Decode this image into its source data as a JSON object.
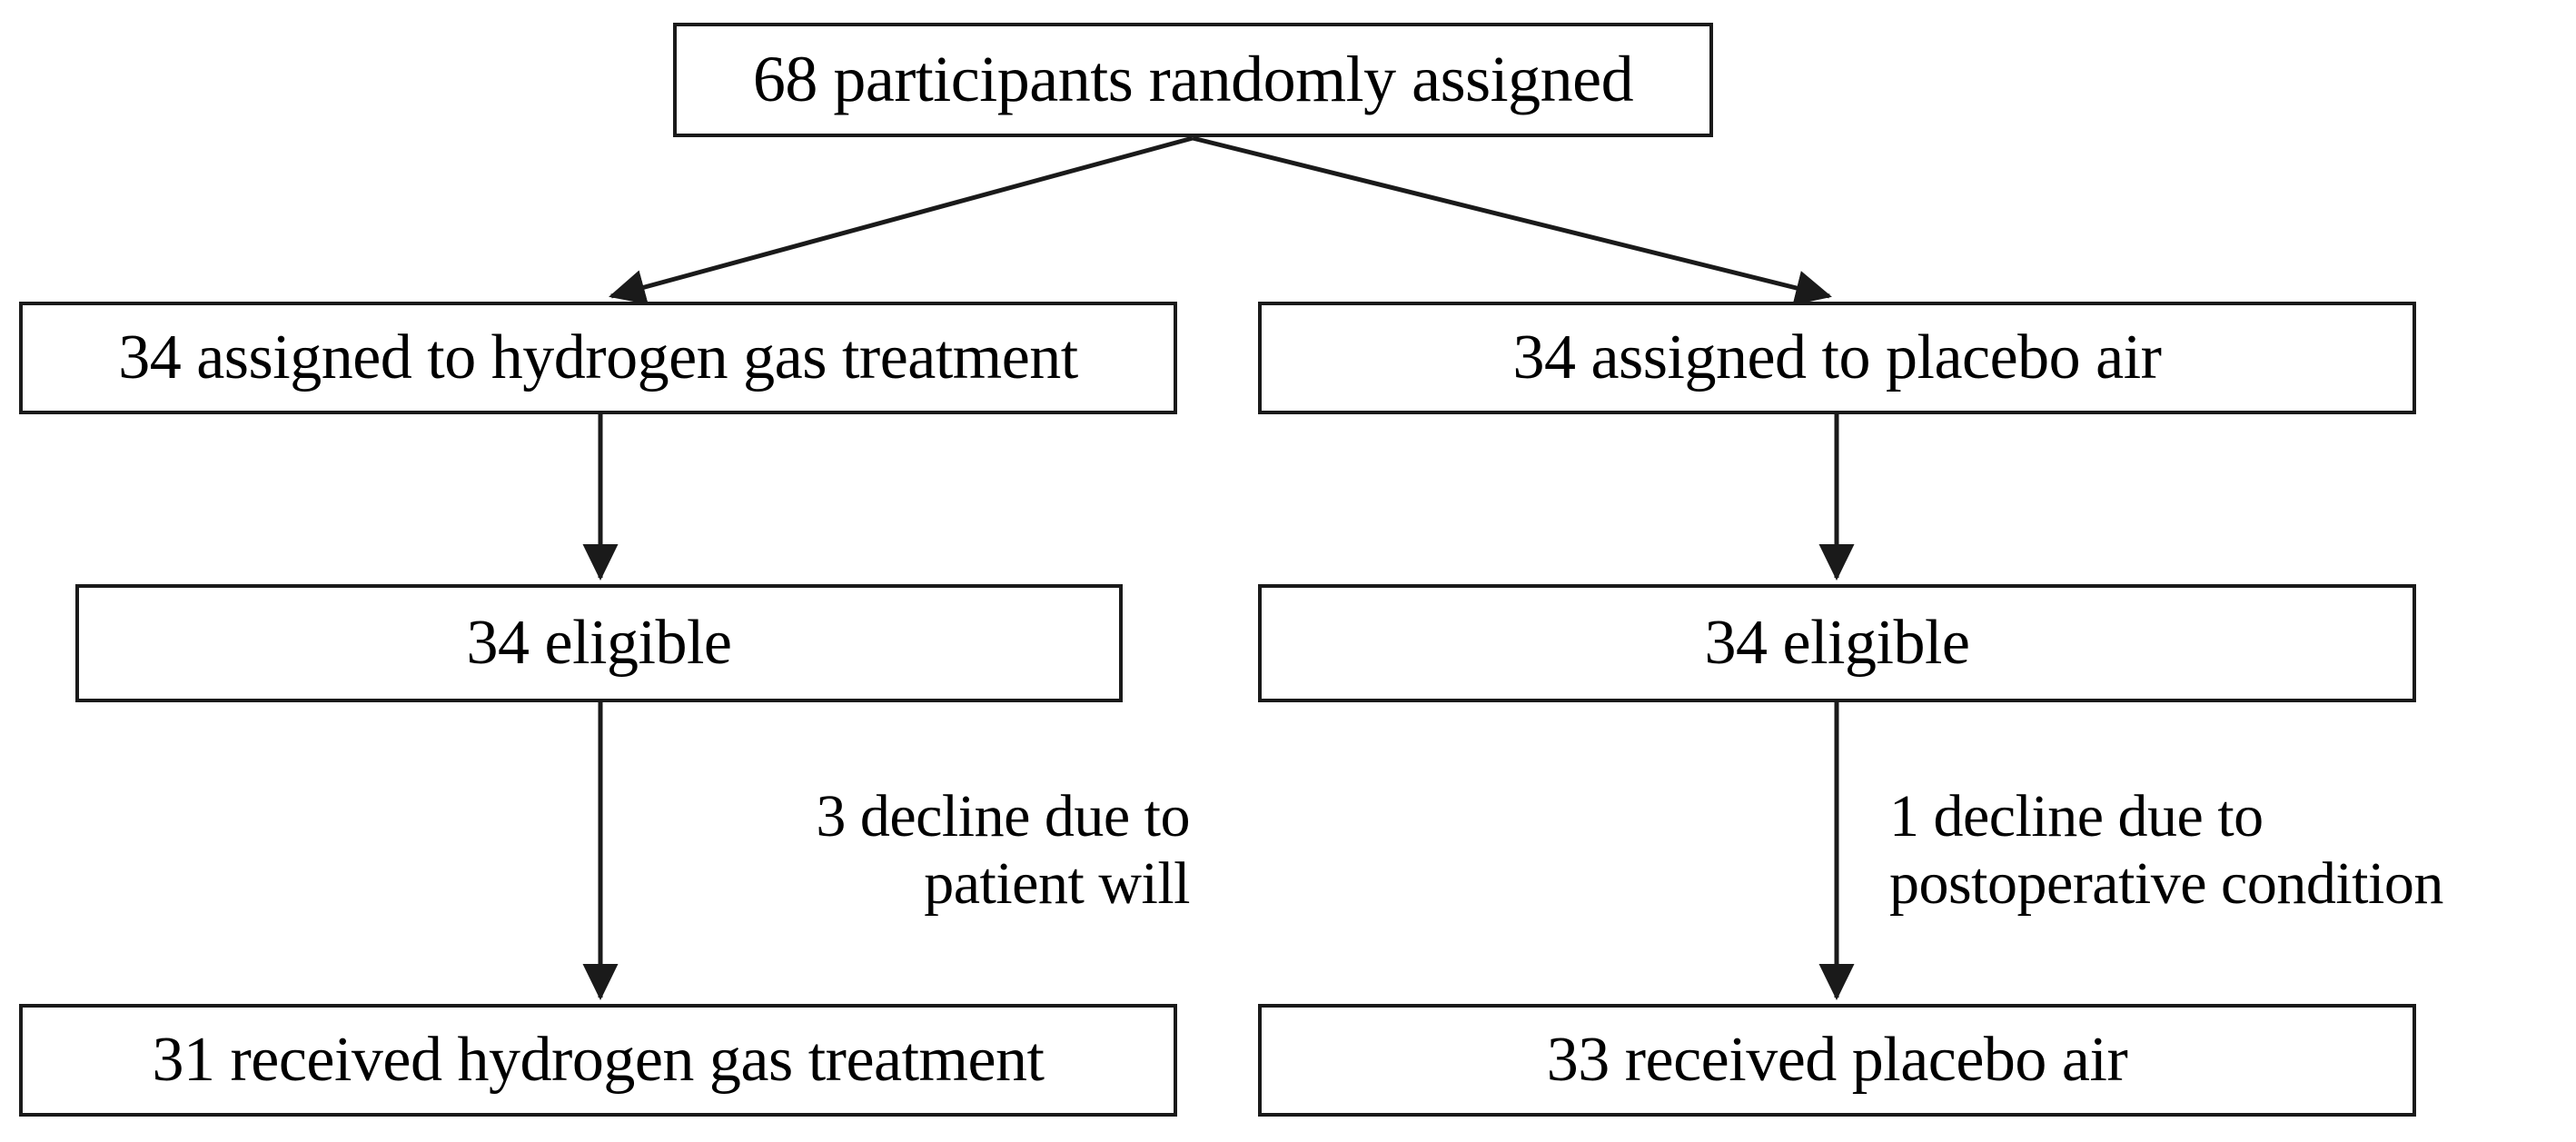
{
  "diagram": {
    "title": "CONSORT participant flow diagram",
    "type": "flowchart",
    "background_color": "#ffffff",
    "line_color": "#1a1a1a",
    "text_color": "#000000",
    "nodes": {
      "enrollment": {
        "label": "68 participants randomly assigned",
        "count": 68
      },
      "allocation_left": {
        "label": "34 assigned to hydrogen gas treatment",
        "count": 34
      },
      "allocation_right": {
        "label": "34 assigned to placebo air",
        "count": 34
      },
      "eligible_left": {
        "label": "34 eligible",
        "count": 34
      },
      "eligible_right": {
        "label": "34 eligible",
        "count": 34
      },
      "received_left": {
        "label": "31 received hydrogen gas treatment",
        "count": 31
      },
      "received_right": {
        "label": "33 received placebo air",
        "count": 33
      }
    },
    "annotations": {
      "exclusion_left": {
        "label": "3 decline due to\npatient will",
        "count": 3
      },
      "exclusion_right": {
        "label": "1 decline due to\npostoperative condition",
        "count": 1
      }
    },
    "edges": [
      {
        "name": "enrollment-to-allocation-left",
        "from": "enrollment",
        "to": "allocation_left",
        "style": "diagonal-arrow"
      },
      {
        "name": "enrollment-to-allocation-right",
        "from": "enrollment",
        "to": "allocation_right",
        "style": "diagonal-arrow"
      },
      {
        "name": "allocation-left-to-eligible",
        "from": "allocation_left",
        "to": "eligible_left",
        "style": "vertical-arrow"
      },
      {
        "name": "allocation-right-to-eligible",
        "from": "allocation_right",
        "to": "eligible_right",
        "style": "vertical-arrow"
      },
      {
        "name": "eligible-left-to-received",
        "from": "eligible_left",
        "to": "received_left",
        "style": "vertical-arrow"
      },
      {
        "name": "eligible-right-to-received",
        "from": "eligible_right",
        "to": "received_right",
        "style": "vertical-arrow"
      }
    ]
  }
}
